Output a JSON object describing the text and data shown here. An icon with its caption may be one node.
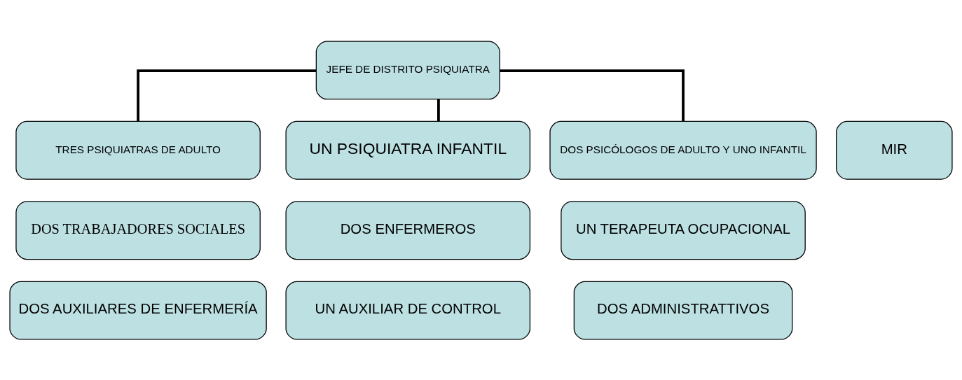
{
  "diagram": {
    "nodes": [
      {
        "text": [
          "JEFE DE DISTRITO PSIQUIATRA"
        ]
      },
      {
        "text": [
          "TRES PSIQUIATRAS DE ADULTO"
        ]
      },
      {
        "text": [
          "UN PSIQUIATRA INFANTIL"
        ]
      },
      {
        "text": [
          "DOS PSICÓLOGOS DE ADULTO Y UNO INFANTIL"
        ]
      },
      {
        "text": [
          "MIR"
        ]
      },
      {
        "text": [
          "DOS TRABAJADORES SOCIALES"
        ]
      },
      {
        "text": [
          "DOS ENFERMEROS"
        ]
      },
      {
        "text": [
          "UN TERAPEUTA OCUPACIONAL"
        ]
      },
      {
        "text": [
          "DOS AUXILIARES DE ENFERMERÍA"
        ]
      },
      {
        "text": [
          "UN AUXILIAR DE CONTROL"
        ]
      },
      {
        "text": [
          "DOS ADMINISTRATTIVOS"
        ]
      }
    ],
    "edges": [
      {
        "from": 0,
        "to": 1,
        "arrow": "none"
      },
      {
        "from": 0,
        "to": 2,
        "arrow": "none"
      },
      {
        "from": 0,
        "to": 3,
        "arrow": "none"
      }
    ]
  }
}
